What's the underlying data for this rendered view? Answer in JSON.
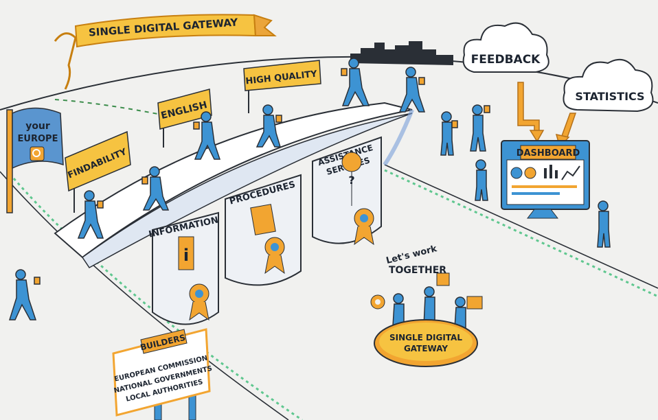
{
  "banner": {
    "title": "SINGLE DIGITAL GATEWAY"
  },
  "flag": {
    "line1": "your",
    "line2": "EUROPE"
  },
  "signs": {
    "findability": "FINDABILITY",
    "english": "ENGLISH",
    "high_quality": "HIGH QUALITY"
  },
  "clouds": {
    "feedback": "FEEDBACK",
    "statistics": "STATISTICS"
  },
  "dashboard": {
    "title": "DASHBOARD"
  },
  "pillars": {
    "information": "INFORMATION",
    "procedures": "PROCEDURES",
    "assistance_line1": "ASSISTANCE",
    "assistance_line2": "SERVICES"
  },
  "together": {
    "line1": "Let's work",
    "line2": "TOGETHER"
  },
  "badge": {
    "line1": "SINGLE DIGITAL",
    "line2": "GATEWAY"
  },
  "builders": {
    "title": "BUILDERS",
    "lines": [
      "EUROPEAN COMMISSION",
      "NATIONAL GOVERNMENTS",
      "LOCAL AUTHORITIES"
    ]
  },
  "colors": {
    "blue": "#3d93d3",
    "orange": "#f2a531",
    "yellow": "#f6c341",
    "ink": "#1c2430",
    "green": "#5fc78f"
  }
}
